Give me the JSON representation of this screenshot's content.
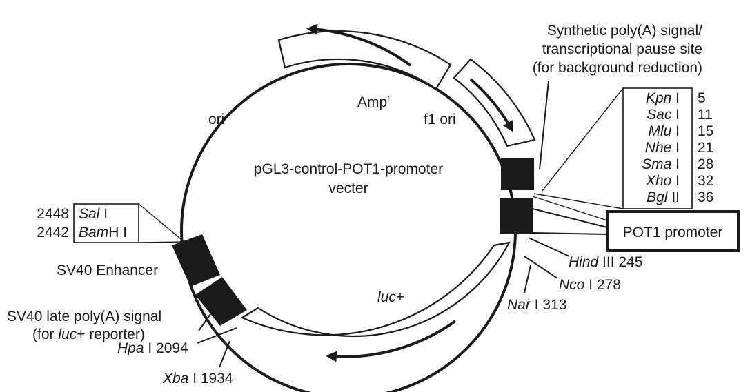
{
  "plasmid": {
    "name_line1": "pGL3-control-POT1-promoter",
    "name_line2": "vecter"
  },
  "features": {
    "amp_prefix": "Amp",
    "amp_sup": "r",
    "ori": "ori",
    "f1_ori": "f1 ori",
    "synthetic_line1": "Synthetic poly(A) signal/",
    "synthetic_line2": "transcriptional pause site",
    "synthetic_line3": "(for background reduction)",
    "pot1_promoter": "POT1 promoter",
    "sv40_enhancer": "SV40 Enhancer",
    "sv40_late_line1": "SV40 late poly(A) signal",
    "sv40_late_line2_a": "(for ",
    "sv40_late_line2_b": "luc",
    "sv40_late_line2_c": "+ reporter)",
    "luc_a": "luc",
    "luc_b": "+"
  },
  "mcs": [
    {
      "enzyme": "Kpn",
      "suffix": " I",
      "pos": "5"
    },
    {
      "enzyme": "Sac",
      "suffix": " I",
      "pos": "11"
    },
    {
      "enzyme": "Mlu",
      "suffix": " I",
      "pos": "15"
    },
    {
      "enzyme": "Nhe",
      "suffix": " I",
      "pos": "21"
    },
    {
      "enzyme": "Sma",
      "suffix": " I",
      "pos": "28"
    },
    {
      "enzyme": "Xho",
      "suffix": " I",
      "pos": "32"
    },
    {
      "enzyme": "Bgl",
      "suffix": " II",
      "pos": "36"
    }
  ],
  "left_sites": [
    {
      "pos": "2448",
      "enzyme": "Sal",
      "suffix": " I"
    },
    {
      "pos": "2442",
      "enzyme": "Bam",
      "suffix": "H I"
    }
  ],
  "sites": {
    "hind_a": "Hind",
    "hind_b": " III 245",
    "nco_a": "Nco",
    "nco_b": " I 278",
    "nar_a": "Nar",
    "nar_b": " I 313",
    "hpa_a": "Hpa",
    "hpa_b": " I 2094",
    "xba_a": "Xba",
    "xba_b": " I 1934"
  }
}
